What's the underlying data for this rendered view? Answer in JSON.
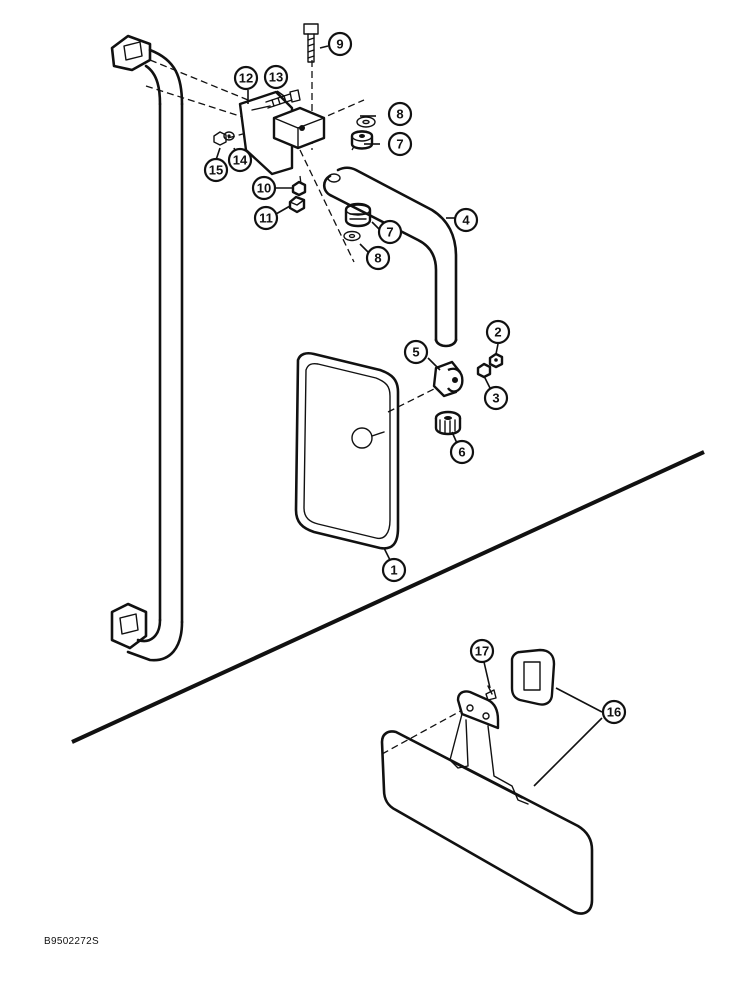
{
  "figure_code": "B9502272S",
  "callouts": [
    "1",
    "2",
    "3",
    "4",
    "5",
    "6",
    "7",
    "7",
    "8",
    "8",
    "9",
    "10",
    "11",
    "12",
    "13",
    "14",
    "15",
    "16",
    "17"
  ]
}
